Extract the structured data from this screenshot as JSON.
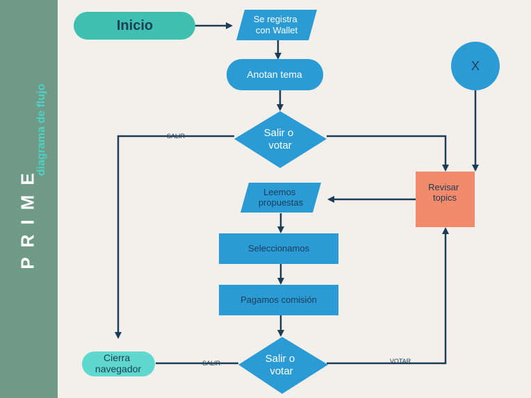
{
  "sidebar": {
    "brand": "PRIME",
    "subtitle": "diagrama de flujo"
  },
  "colors": {
    "sidebar_bg": "#6e9a87",
    "canvas_bg": "#f3f0eb",
    "teal": "#3ebfb0",
    "light_teal": "#5fd9cf",
    "blue": "#2b9bd6",
    "salmon": "#f28a6b",
    "arrow": "#1d3d56",
    "text_dark": "#1d3d56",
    "text_light": "#ffffff"
  },
  "nodes": {
    "inicio": "Inicio",
    "registra": [
      "Se registra",
      "con Wallet"
    ],
    "anotan": "Anotan tema",
    "decision1": [
      "Salir o",
      "votar"
    ],
    "x": "X",
    "revisar": [
      "Revisar",
      "topics"
    ],
    "leemos": [
      "Leemos",
      "propuestas"
    ],
    "seleccionamos": "Seleccionamos",
    "pagamos": "Pagamos comisión",
    "decision2": [
      "Salir o",
      "votar"
    ],
    "cierra": [
      "Cierra",
      "navegador"
    ]
  },
  "edge_labels": {
    "salir_top": "SALIR",
    "salir_bottom": "SALIR",
    "votar": "VOTAR"
  }
}
